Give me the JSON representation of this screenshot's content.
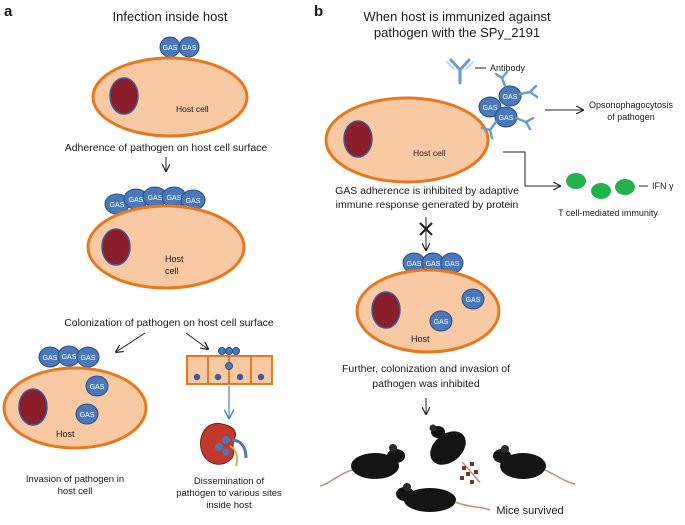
{
  "panel_a": {
    "letter": "a",
    "title": "Infection inside host",
    "step1_caption": "Adherence of pathogen on host cell surface",
    "step2_caption": "Colonization of pathogen on host cell surface",
    "invasion_caption": [
      "Invasion of pathogen in",
      "host cell"
    ],
    "dissemination_caption": [
      "Dissemination of",
      "pathogen to various sites",
      "inside host"
    ],
    "host_cell_label": "Host cell",
    "host_label_split": [
      "Host",
      "cell"
    ],
    "host_label_short": "Host"
  },
  "panel_b": {
    "letter": "b",
    "title": [
      "When host is immunized against",
      "pathogen with the SPy_2191"
    ],
    "antibody_label": "Antibody",
    "opsono_label": [
      "Opsonophagocytosis",
      "of pathogen"
    ],
    "ifn_label": "IFN γ",
    "tcell_label": "T cell-mediated immunity",
    "inhibit_caption": [
      "GAS adherence is inhibited by adaptive",
      "immune response generated by protein"
    ],
    "further_caption": [
      "Further, colonization and invasion of",
      "pathogen was inhibited"
    ],
    "mice_caption": "Mice survived",
    "host_cell_label": "Host cell",
    "host_label_short": "Host"
  },
  "gas_label": "GAS",
  "colors": {
    "cell_fill": "#f9c9a4",
    "cell_stroke": "#e8781e",
    "nucleus": "#8b1e2b",
    "gas_fill": "#4a78b8",
    "gas_stroke": "#2b4f86",
    "ifn_green": "#22b24c",
    "antibody": "#6a9ccf"
  }
}
